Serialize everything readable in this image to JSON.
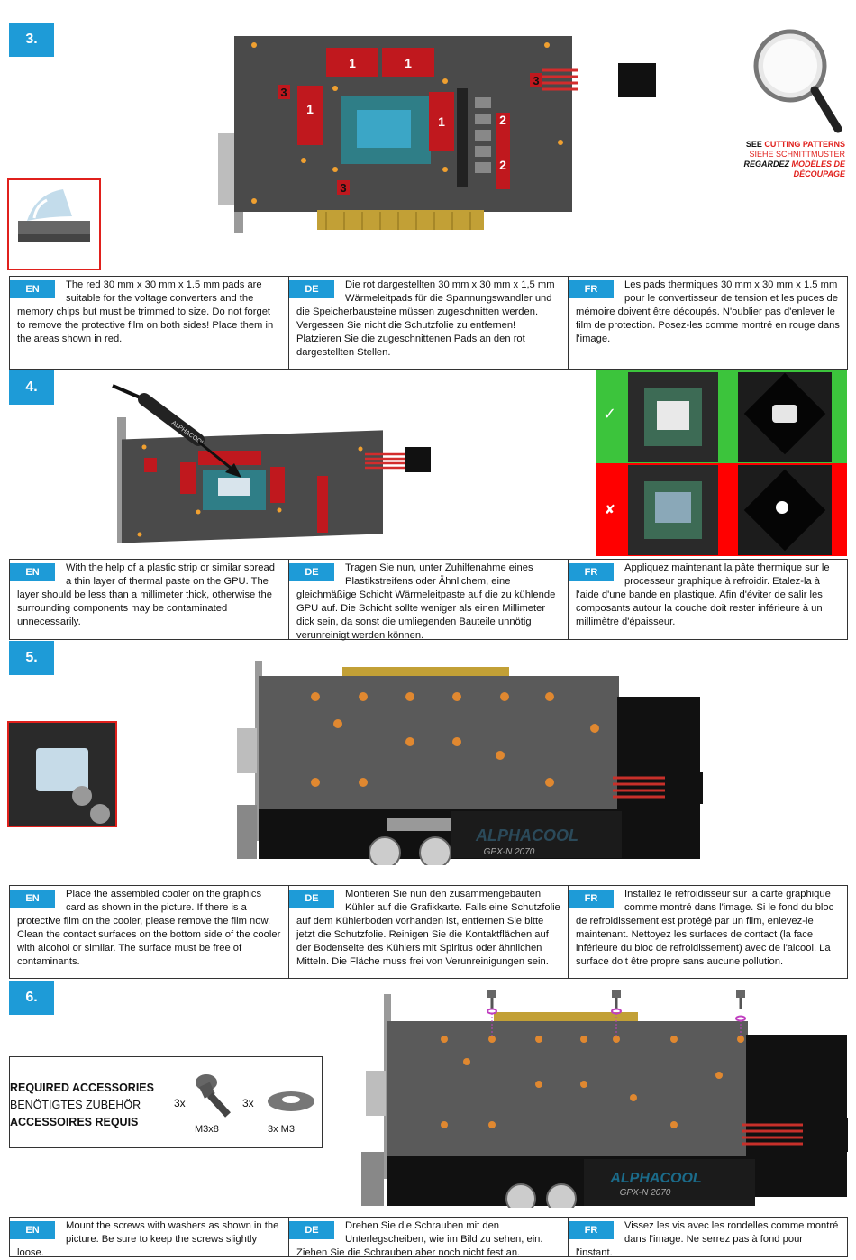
{
  "steps": {
    "s3": {
      "num": "3.",
      "labels": {
        "one": "1",
        "two": "2",
        "three": "3"
      },
      "see": {
        "en_pre": "SEE ",
        "en_link": "CUTTING PATTERNS",
        "de": "SIEHE SCHNITTMUSTER",
        "fr_pre": "REGARDEZ ",
        "fr_link1": "MODÈLES DE",
        "fr_link2": "DÉCOUPAGE"
      },
      "en": {
        "lang": "EN",
        "text": "The red 30 mm x 30 mm x 1.5 mm pads are suitable for the voltage converters and the memory chips but must be trimmed to size. Do not forget to remove the protective film on both sides! Place them in the areas shown in red."
      },
      "de": {
        "lang": "DE",
        "text": "Die rot dargestellten 30 mm x 30 mm x 1,5 mm Wärmeleitpads für die Spannungswandler und die Speicherbausteine müssen zugeschnitten werden. Vergessen Sie nicht die Schutzfolie zu entfernen! Platzieren Sie die zugeschnittenen Pads an den rot dargestellten Stellen."
      },
      "fr": {
        "lang": "FR",
        "text": "Les pads thermiques 30 mm x 30 mm x 1.5 mm pour le convertisseur de tension et les puces de mémoire doivent être découpés. N'oublier pas d'enlever le film de protection. Posez-les comme montré en rouge dans l'image."
      }
    },
    "s4": {
      "num": "4.",
      "check": "✓",
      "cross": "✘",
      "en": {
        "lang": "EN",
        "text": "With the help of a plastic strip or similar spread a thin layer of thermal paste on the GPU. The layer should be less than a millimeter thick, otherwise the surrounding components may be contaminated unnecessarily."
      },
      "de": {
        "lang": "DE",
        "text": "Tragen Sie nun, unter Zuhilfenahme eines Plastikstreifens oder Ähnlichem, eine gleichmäßige Schicht Wärmeleitpaste auf die zu kühlende GPU auf. Die Schicht sollte weniger als einen Millimeter dick sein, da sonst die umliegenden Bauteile unnötig verunreinigt werden können."
      },
      "fr": {
        "lang": "FR",
        "text": "Appliquez maintenant la pâte thermique sur le processeur graphique à refroidir. Etalez-la à l'aide d'une bande en plastique. Afin d'éviter de salir les composants autour la couche doit rester inférieure à un millimètre d'épaisseur."
      }
    },
    "s5": {
      "num": "5.",
      "brand": "ALPHACOOL",
      "model": "GPX-N 2070",
      "en": {
        "lang": "EN",
        "text": "Place the assembled cooler on the graphics card as shown in the picture. If there is a protective film on the cooler, please remove the film now. Clean the contact surfaces on the bottom side of the cooler with alcohol or similar. The surface must be free of contaminants."
      },
      "de": {
        "lang": "DE",
        "text": "Montieren Sie nun den zusammengebauten Kühler auf die Grafikkarte. Falls eine Schutzfolie auf dem Kühlerboden vorhanden ist, entfernen Sie bitte jetzt die Schutzfolie. Reinigen Sie die Kontaktflächen auf der Bodenseite des Kühlers mit Spiritus oder ähnlichen Mitteln. Die Fläche muss frei von Verunreinigungen sein."
      },
      "fr": {
        "lang": "FR",
        "text": "Installez le refroidisseur sur la carte graphique comme montré dans l'image. Si le fond du bloc de refroidissement est protégé par un film, enlevez-le maintenant. Nettoyez les surfaces de contact (la face inférieure du bloc de refroidissement) avec de l'alcool. La surface doit être propre sans aucune pollution."
      }
    },
    "s6": {
      "num": "6.",
      "accessories": {
        "en": "REQUIRED ACCESSORIES",
        "de": "BENÖTIGTES ZUBEHÖR",
        "fr": "ACCESSOIRES REQUIS",
        "screw_qty": "3x",
        "screw_name": "M3x8",
        "washer_qty": "3x",
        "washer_name": "3x M3"
      },
      "brand": "ALPHACOOL",
      "model": "GPX-N 2070",
      "en": {
        "lang": "EN",
        "text": "Mount the screws with washers as shown in the picture. Be sure to keep the screws slightly loose."
      },
      "de": {
        "lang": "DE",
        "text": "Drehen Sie die Schrauben mit den Unterlegscheiben, wie im Bild zu sehen, ein. Ziehen Sie die Schrauben aber noch nicht fest an."
      },
      "fr": {
        "lang": "FR",
        "text": "Vissez les vis avec les rondelles comme montré dans l'image. Ne serrez pas à fond pour l'instant."
      }
    }
  },
  "colors": {
    "accent": "#1e9bd7",
    "pad_red": "#c0181e",
    "highlight_red": "#e0201c",
    "ok_green": "#3cc43c",
    "bad_red": "#ff0000"
  }
}
